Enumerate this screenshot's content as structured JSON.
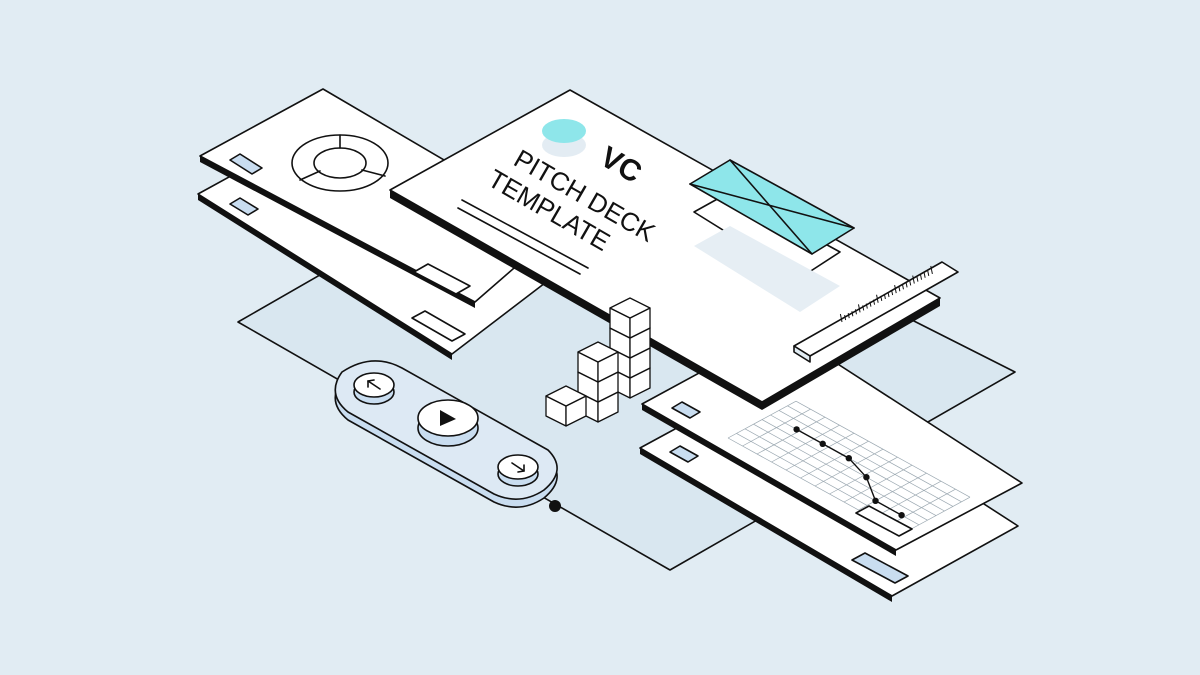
{
  "deck": {
    "title_line1": "VC",
    "title_line2": "PITCH DECK",
    "title_line3": "TEMPLATE"
  },
  "colors": {
    "background": "#e1ecf3",
    "card": "#ffffff",
    "ink": "#111111",
    "accent_cyan": "#8ee6ea",
    "light_blue": "#c9ddf0",
    "floor": "#d7e6f0"
  },
  "chart_line_points": [
    {
      "x": 1,
      "y": 5
    },
    {
      "x": 2,
      "y": 5
    },
    {
      "x": 3,
      "y": 5
    },
    {
      "x": 4,
      "y": 4
    },
    {
      "x": 5,
      "y": 2
    },
    {
      "x": 6,
      "y": 2
    }
  ],
  "icons": {
    "prev": "arrow-up-left-icon",
    "play": "play-icon",
    "next": "arrow-down-right-icon"
  }
}
